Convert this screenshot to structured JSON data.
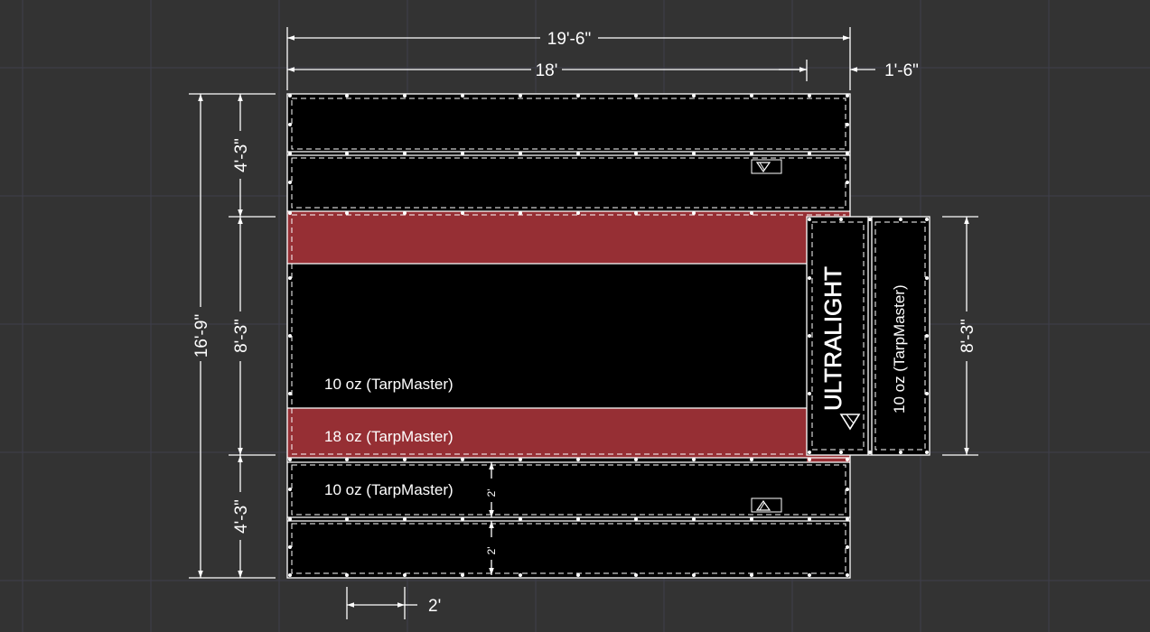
{
  "dimensions": {
    "total_width": "19'-6\"",
    "main_width": "18'",
    "flap_width": "1'-6\"",
    "total_height": "16'-9\"",
    "top_section": "4'-3\"",
    "middle_section": "8'-3\"",
    "bottom_section": "4'-3\"",
    "flap_height": "8'-3\"",
    "grommet_spacing": "2'",
    "panel_gap_upper": "2'",
    "panel_gap_lower": "2'"
  },
  "materials": {
    "panel_10oz_middle": "10 oz (TarpMaster)",
    "panel_18oz": "18 oz (TarpMaster)",
    "panel_10oz_bottom": "10 oz (TarpMaster)",
    "flap_material": "10 oz (TarpMaster)"
  },
  "branding": {
    "flap_logo": "ULTRALIGHT"
  },
  "colors": {
    "background": "#333333",
    "panel": "#000000",
    "reinforcement": "#962f34",
    "line": "#ffffff"
  }
}
